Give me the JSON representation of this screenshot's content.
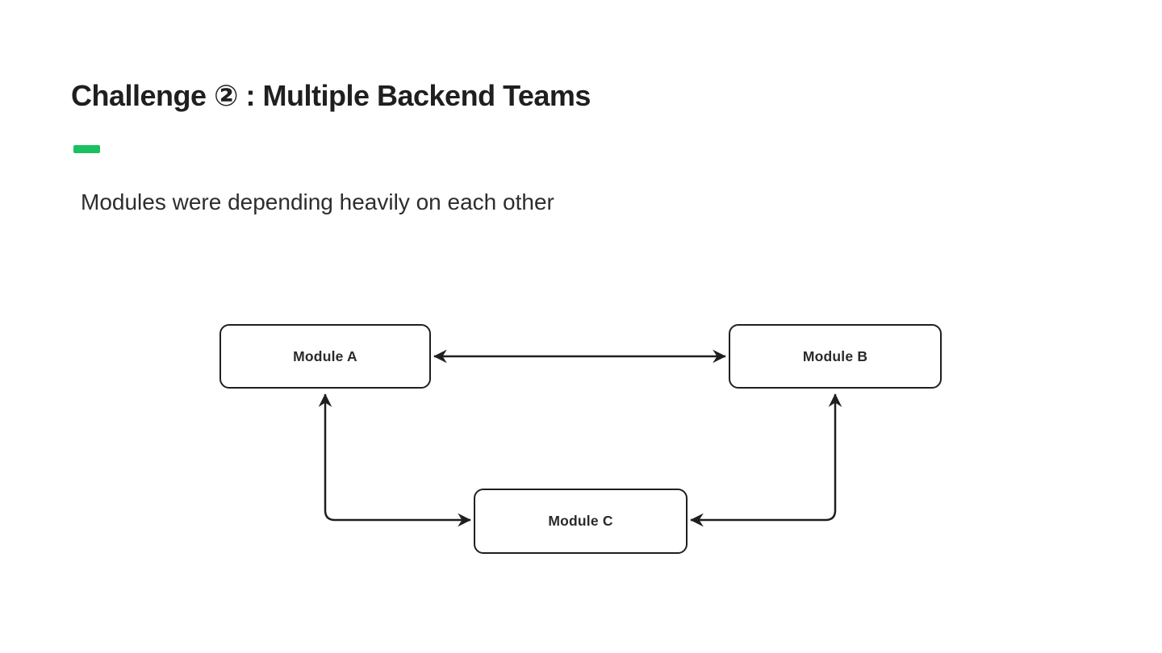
{
  "slide": {
    "title": "Challenge ② : Multiple Backend Teams",
    "subtitle": "Modules were depending heavily on each other",
    "accent_color": "#1ac161",
    "ink_color": "#1f1f1f"
  },
  "diagram": {
    "nodes": [
      {
        "id": "module-a",
        "label": "Module A"
      },
      {
        "id": "module-b",
        "label": "Module B"
      },
      {
        "id": "module-c",
        "label": "Module C"
      }
    ],
    "edges": [
      {
        "from": "Module A",
        "to": "Module B",
        "bidirectional": true,
        "shape": "straight"
      },
      {
        "from": "Module A",
        "to": "Module C",
        "bidirectional": true,
        "shape": "elbow"
      },
      {
        "from": "Module B",
        "to": "Module C",
        "bidirectional": true,
        "shape": "elbow"
      }
    ]
  }
}
